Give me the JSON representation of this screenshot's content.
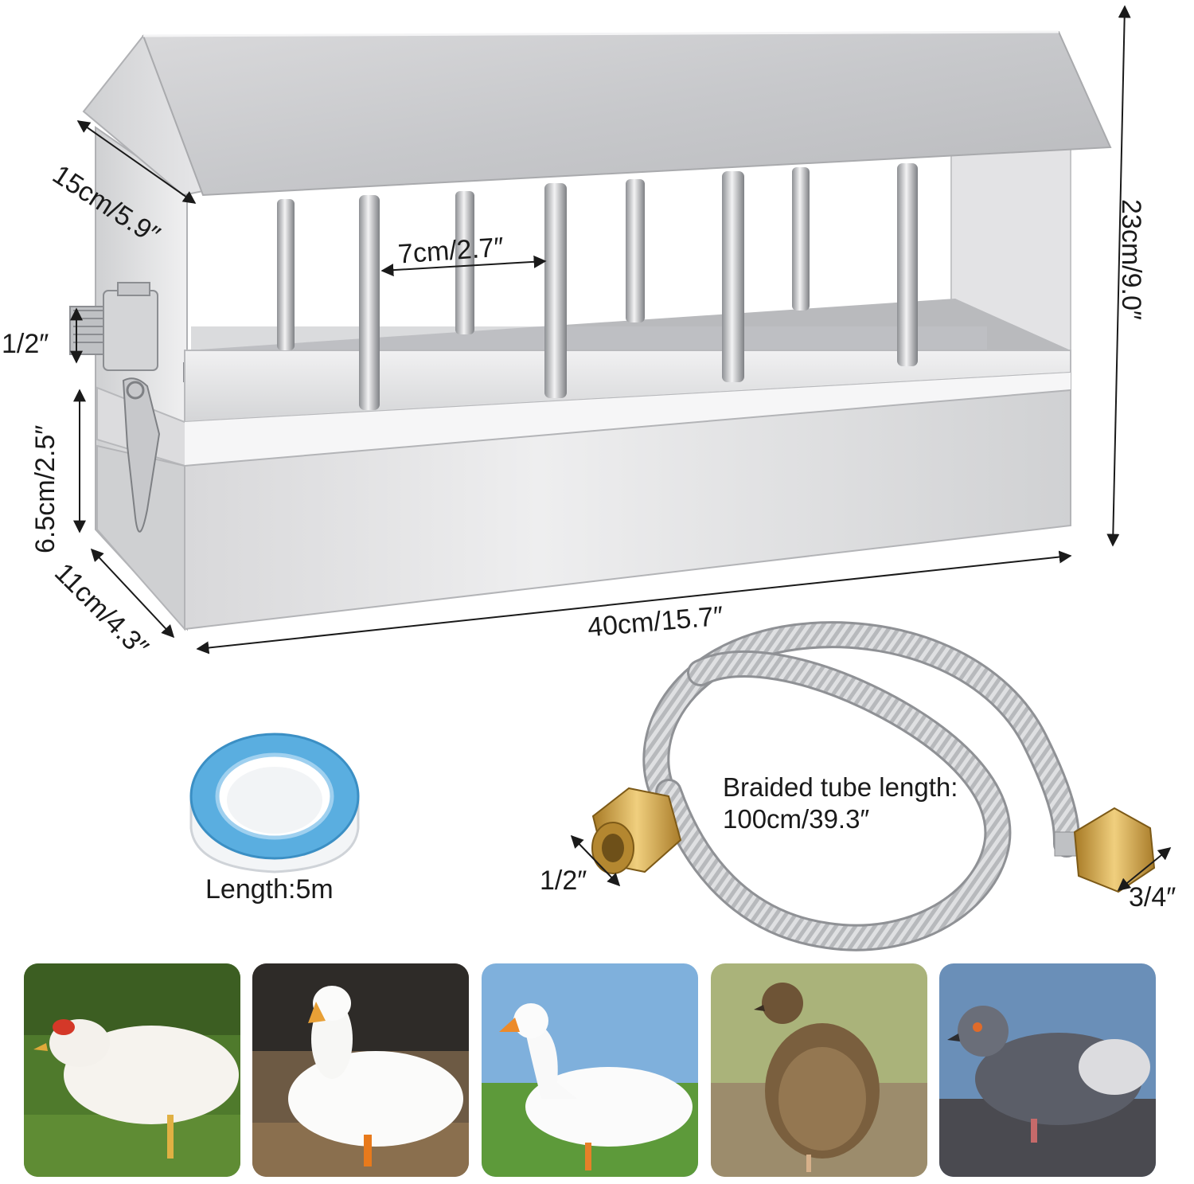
{
  "dimensions": {
    "depth_top": "15cm/5.9″",
    "bar_gap": "7cm/2.7″",
    "height": "23cm/9.0″",
    "inlet": "1/2″",
    "trough_height": "6.5cm/2.5″",
    "depth_bottom": "11cm/4.3″",
    "length": "40cm/15.7″"
  },
  "accessories": {
    "tape_length": "Length:5m",
    "tube_label_line1": "Braided tube length:",
    "tube_label_line2": "100cm/39.3″",
    "tube_left_fitting": "1/2″",
    "tube_right_fitting": "3/4″"
  },
  "animals": [
    {
      "name": "chicken-photo"
    },
    {
      "name": "duck-photo"
    },
    {
      "name": "goose-photo"
    },
    {
      "name": "quail-photo"
    },
    {
      "name": "pigeon-photo"
    }
  ],
  "colors": {
    "steel_light": "#e4e4e6",
    "steel_mid": "#c8c9cc",
    "steel_dark": "#9a9ca0",
    "brass": "#c9a24a",
    "tape_blue": "#5aaee0"
  }
}
